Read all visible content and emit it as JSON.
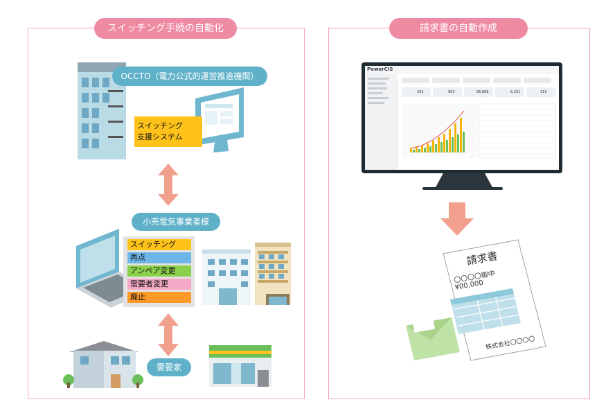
{
  "left_panel": {
    "title": "スイッチング手続の自動化",
    "occto_label": "OCCTO（電力公式的運営推進機関）",
    "system_label_line1": "スイッチング",
    "system_label_line2": "支援システム",
    "retailer_label": "小売電気事業者様",
    "menu_items": [
      {
        "label": "スイッチング",
        "color": "#ffc21a"
      },
      {
        "label": "再点",
        "color": "#6fb6e8"
      },
      {
        "label": "アンペア変更",
        "color": "#8ccf4a"
      },
      {
        "label": "需要者変更",
        "color": "#f6a9c6"
      },
      {
        "label": "廃止",
        "color": "#ff9a2a"
      }
    ],
    "consumer_label": "需要家"
  },
  "right_panel": {
    "title": "請求書の自動作成",
    "app_logo": "PowerCIS",
    "stats": [
      "333",
      "963",
      "86,888",
      "6,251",
      "315"
    ],
    "invoice_title": "請求書",
    "invoice_recipient": "〇〇〇〇御中",
    "invoice_amount": "¥00,000",
    "invoice_company": "株式会社〇〇〇〇"
  },
  "colors": {
    "pink_accent": "#ef8aa3",
    "teal_pill": "#5fb1c9",
    "arrow": "#f2a08e"
  }
}
